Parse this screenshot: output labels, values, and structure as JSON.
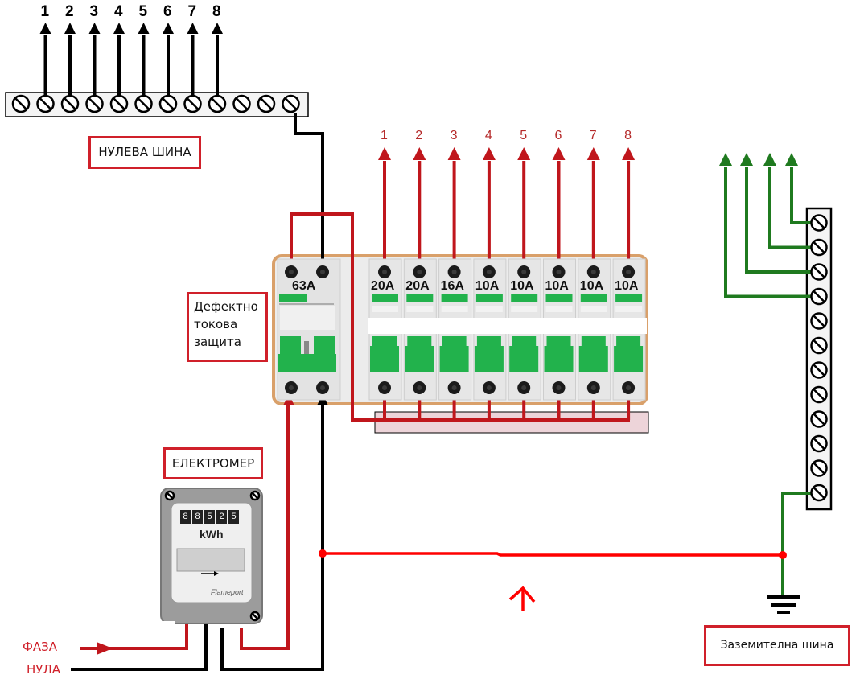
{
  "title": "Схема на табло с дефектнотокова защита",
  "neutral_bus": {
    "label": "НУЛЕВА ШИНА",
    "outputs": [
      "1",
      "2",
      "3",
      "4",
      "5",
      "6",
      "7",
      "8"
    ],
    "terminal_count": 12,
    "wire_color": "#000000"
  },
  "rcd": {
    "label": "Дефектно токова защита",
    "label_lines": [
      "Дефектно",
      "токова",
      "защита"
    ],
    "rating": "63A"
  },
  "breakers": [
    {
      "id": "1",
      "rating": "20A"
    },
    {
      "id": "2",
      "rating": "20A"
    },
    {
      "id": "3",
      "rating": "16A"
    },
    {
      "id": "4",
      "rating": "10A"
    },
    {
      "id": "5",
      "rating": "10A"
    },
    {
      "id": "6",
      "rating": "10A"
    },
    {
      "id": "7",
      "rating": "10A"
    },
    {
      "id": "8",
      "rating": "10A"
    }
  ],
  "meter": {
    "label": "ЕЛЕКТРОМЕР",
    "digits": [
      "8",
      "8",
      "5",
      "2",
      "5"
    ],
    "unit": "kWh",
    "brand": "Flameport"
  },
  "inputs": {
    "phase": "ФАЗА",
    "neutral": "НУЛА"
  },
  "ground_bus": {
    "label": "Заземителна шина",
    "terminal_count": 12,
    "outputs": 4,
    "wire_color": "#1f7a1f"
  },
  "colors": {
    "phase": "#c0161c",
    "phase_annotation": "#ff0000",
    "neutral": "#000000",
    "ground": "#1f7a1f",
    "label_border": "#d0202a",
    "breaker_green": "#22b24c",
    "panel_border": "#d9a06a"
  }
}
